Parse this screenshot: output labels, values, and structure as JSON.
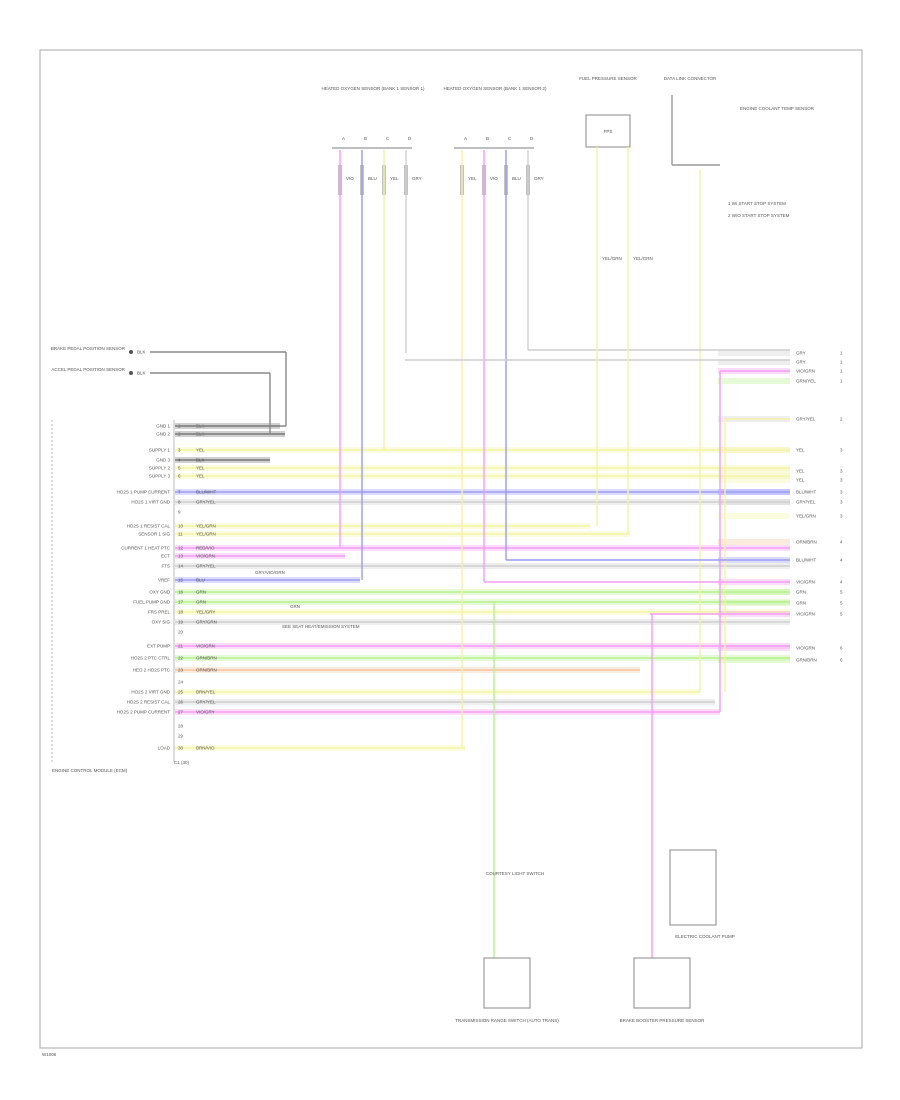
{
  "footer_code": "W1006",
  "ecm_label": "ENGINE CONTROL MODULE (ECM)",
  "top_components": [
    {
      "label": "HEATED OXYGEN SENSOR (BANK 1 SENSOR 1)",
      "pins": [
        "A",
        "B",
        "C",
        "D"
      ],
      "wires": [
        "VIO",
        "BLU",
        "YEL",
        "GRY"
      ]
    },
    {
      "label": "HEATED OXYGEN SENSOR (BANK 1 SENSOR 2)",
      "pins": [
        "A",
        "B",
        "C",
        "D"
      ],
      "wires": [
        "YEL",
        "VIO",
        "BLU",
        "GRY"
      ]
    },
    {
      "label": "FUEL PRESSURE SENSOR",
      "body": "FPS",
      "wires": [
        "YEL/GRN",
        "YEL/GRN"
      ]
    },
    {
      "label": "DATA LINK CONNECTOR",
      "note": "ENGINE COOLANT TEMP SENSOR",
      "options": [
        "1 W/ START STOP SYSTEM",
        "2 W/O START STOP SYSTEM"
      ]
    }
  ],
  "left_inputs": [
    {
      "label": "BRAKE PEDAL POSITION SENSOR",
      "wire": "BLK"
    },
    {
      "label": "ACCEL PEDAL POSITION SENSOR",
      "wire": "BLK"
    }
  ],
  "ecm_rows": [
    {
      "name": "GND 1",
      "pin": "1",
      "wire": "BLK"
    },
    {
      "name": "GND 2",
      "pin": "2",
      "wire": "BLK"
    },
    {
      "name": "SUPPLY 1",
      "pin": "3",
      "wire": "YEL"
    },
    {
      "name": "GND 3",
      "pin": "4",
      "wire": "BLK"
    },
    {
      "name": "SUPPLY 2",
      "pin": "5",
      "wire": "YEL"
    },
    {
      "name": "SUPPLY 3",
      "pin": "6",
      "wire": "YEL"
    },
    {
      "name": "HO2S 1 PUMP CURRENT",
      "pin": "7",
      "wire": "BLU/WHT"
    },
    {
      "name": "HO2S 1 VIRT GND",
      "pin": "8",
      "wire": "GRY/YEL"
    },
    {
      "name": "",
      "pin": "9",
      "wire": ""
    },
    {
      "name": "HO2S 1 RESIST CAL",
      "pin": "10",
      "wire": "YEL/GRN"
    },
    {
      "name": "SENSOR 1 SIG",
      "pin": "11",
      "wire": "YEL/GRN"
    },
    {
      "name": "CURRENT 1 HEAT PTC",
      "pin": "12",
      "wire": "RED/VIO"
    },
    {
      "name": "ECT",
      "pin": "13",
      "wire": "VIO/GRN"
    },
    {
      "name": "FTS",
      "pin": "14",
      "wire": "GRY/YEL"
    },
    {
      "name": "VREF",
      "pin": "15",
      "wire": "BLU"
    },
    {
      "name": "OXY GND",
      "pin": "16",
      "wire": "GRN"
    },
    {
      "name": "FUEL PUMP GND",
      "pin": "17",
      "wire": "GRN"
    },
    {
      "name": "FRS PREL",
      "pin": "18",
      "wire": "YEL/GRY"
    },
    {
      "name": "OXY SIG",
      "pin": "19",
      "wire": "GRY/GRN"
    },
    {
      "name": "",
      "pin": "20",
      "wire": ""
    },
    {
      "name": "EXT PUMP",
      "pin": "21",
      "wire": "VIO/GRN"
    },
    {
      "name": "HO2S 2 PTC CTRL",
      "pin": "22",
      "wire": "GRN/BRN"
    },
    {
      "name": "HEO 2 HO2S PTC",
      "pin": "23",
      "wire": "ORN/BRN"
    },
    {
      "name": "",
      "pin": "24",
      "wire": ""
    },
    {
      "name": "HO2S 2 VIRT GND",
      "pin": "25",
      "wire": "BRN/YEL"
    },
    {
      "name": "HO2S 2 RESIST CAL",
      "pin": "26",
      "wire": "GRY/YEL"
    },
    {
      "name": "HO2S 2 PUMP CURRENT",
      "pin": "27",
      "wire": "VIO/GRY"
    },
    {
      "name": "",
      "pin": "28",
      "wire": ""
    },
    {
      "name": "",
      "pin": "29",
      "wire": ""
    },
    {
      "name": "LOAD",
      "pin": "30",
      "wire": "BRN/VIO"
    }
  ],
  "right_rows": [
    {
      "wire": "GRY",
      "ref": "1"
    },
    {
      "wire": "GRY",
      "ref": "1"
    },
    {
      "wire": "VIO/GRN",
      "ref": "1"
    },
    {
      "wire": "GRN/YEL",
      "ref": "1"
    },
    {
      "wire": "GRY/YEL",
      "ref": "2"
    },
    {
      "wire": "YEL",
      "ref": "3"
    },
    {
      "wire": "YEL",
      "ref": "3"
    },
    {
      "wire": "YEL",
      "ref": "3"
    },
    {
      "wire": "BLU/WHT",
      "ref": "3"
    },
    {
      "wire": "GRY/YEL",
      "ref": "3"
    },
    {
      "wire": "YEL/GRN",
      "ref": "3"
    },
    {
      "wire": "ORN/BRN",
      "ref": "4"
    },
    {
      "wire": "BLU/WHT",
      "ref": "4"
    },
    {
      "wire": "VIO/GRN",
      "ref": "4"
    },
    {
      "wire": "GRN",
      "ref": "5"
    },
    {
      "wire": "GRN",
      "ref": "5"
    },
    {
      "wire": "VIO/GRN",
      "ref": "5"
    },
    {
      "wire": "VIO/GRN",
      "ref": "6"
    },
    {
      "wire": "GRN/BRN",
      "ref": "6"
    }
  ],
  "mid_notes": [
    "GRN",
    "SEE SEAT HEAT/EMISSION SYSTEM",
    "GRY/VIO/GRN"
  ],
  "bottom_components": [
    {
      "label": "TRANSMISSION RANGE SWITCH (AUTO TRANS)",
      "note": "COURTESY LIGHT SWITCH"
    },
    {
      "label": "BRAKE BOOSTER PRESSURE SENSOR",
      "note": "ELECTRIC COOLANT PUMP"
    }
  ],
  "colors": {
    "pink": "#f39ef3",
    "blue": "#9b9bf5",
    "yellow": "#f3f3a5",
    "green": "#b6f090",
    "gray": "#cfcfcf",
    "orange": "#f4c6a0",
    "black": "#777777"
  }
}
